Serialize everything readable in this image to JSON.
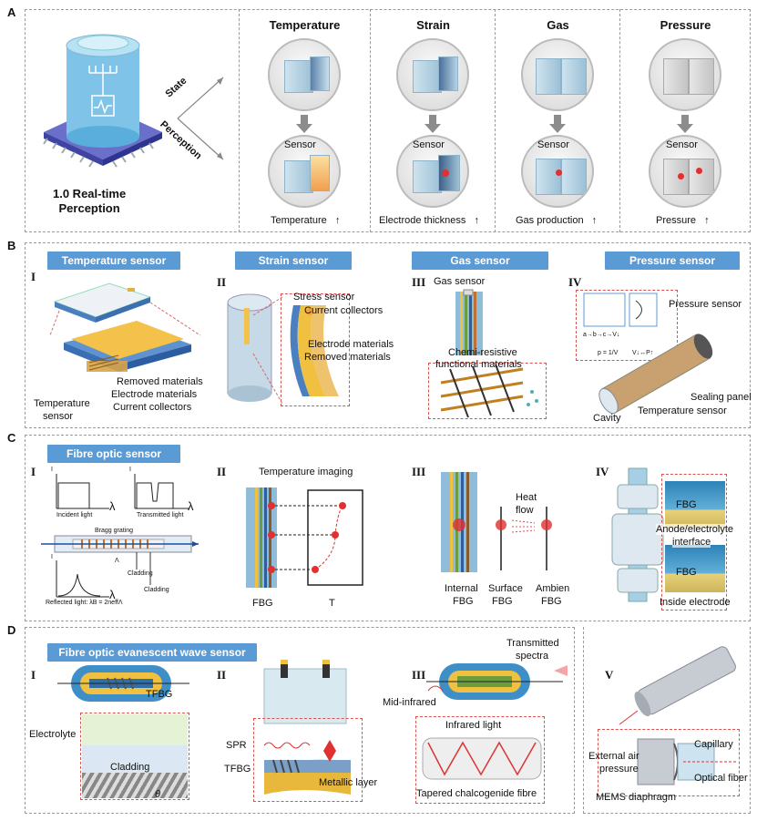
{
  "sections": {
    "A": {
      "letter": "A",
      "title": "1.0 Real-time\nPerception",
      "axis_state": "State",
      "axis_perception": "Perception",
      "columns": [
        {
          "head": "Temperature",
          "sensor": "Sensor",
          "caption": "Temperature",
          "arrow": "↑"
        },
        {
          "head": "Strain",
          "sensor": "Sensor",
          "caption": "Electrode thickness",
          "arrow": "↑"
        },
        {
          "head": "Gas",
          "sensor": "Sensor",
          "caption": "Gas production",
          "arrow": "↑"
        },
        {
          "head": "Pressure",
          "sensor": "Sensor",
          "caption": "Pressure",
          "arrow": "↑"
        }
      ]
    },
    "B": {
      "letter": "B",
      "panels": [
        {
          "roman": "I",
          "label": "Temperature sensor",
          "texts": [
            "Removed materials",
            "Electrode materials",
            "Current collectors",
            "Temperature",
            "sensor"
          ]
        },
        {
          "roman": "II",
          "label": "Strain sensor",
          "texts": [
            "Stress sensor",
            "Current collectors",
            "Electrode materials",
            "Removed materials"
          ]
        },
        {
          "roman": "III",
          "label": "Gas sensor",
          "texts": [
            "Gas sensor",
            "Chemi-resistive",
            "functional materials"
          ]
        },
        {
          "roman": "IV",
          "label": "Pressure sensor",
          "texts": [
            "Pressure sensor",
            "Sealing panel",
            "Cavity",
            "Temperature sensor",
            "a→b→c→V↓",
            "p = 1/V",
            "V↓↔P↑"
          ]
        }
      ]
    },
    "C": {
      "letter": "C",
      "label": "Fibre optic sensor",
      "panels": [
        {
          "roman": "I",
          "texts": [
            "Incident light",
            "Transmitted light",
            "Bragg grating",
            "Cladding",
            "Cladding",
            "Reflected light: λB = 2neffΛ",
            "λ",
            "λ",
            "λ",
            "I",
            "I",
            "I",
            "Λ"
          ]
        },
        {
          "roman": "II",
          "texts": [
            "Temperature imaging",
            "FBG",
            "T"
          ]
        },
        {
          "roman": "III",
          "texts": [
            "Heat",
            "flow",
            "Internal",
            "FBG",
            "Surface",
            "FBG",
            "Ambien",
            "FBG"
          ]
        },
        {
          "roman": "IV",
          "texts": [
            "FBG",
            "Anode/electrolyte",
            "interface",
            "FBG",
            "Inside electrode"
          ]
        }
      ]
    },
    "D": {
      "letter": "D",
      "label": "Fibre optic evanescent wave sensor",
      "panels": [
        {
          "roman": "I",
          "texts": [
            "TFBG",
            "Electrolyte",
            "Cladding",
            "θ"
          ]
        },
        {
          "roman": "II",
          "texts": [
            "SPR",
            "TFBG",
            "Metallic layer"
          ]
        },
        {
          "roman": "III",
          "texts": [
            "Transmitted",
            "spectra",
            "Mid-infrared",
            "Infrared light",
            "Tapered chalcogenide fibre"
          ]
        },
        {
          "roman": "V",
          "texts": [
            "Capillary",
            "External air",
            "pressure",
            "Optical fiber",
            "MEMS diaphragm"
          ]
        }
      ]
    }
  }
}
